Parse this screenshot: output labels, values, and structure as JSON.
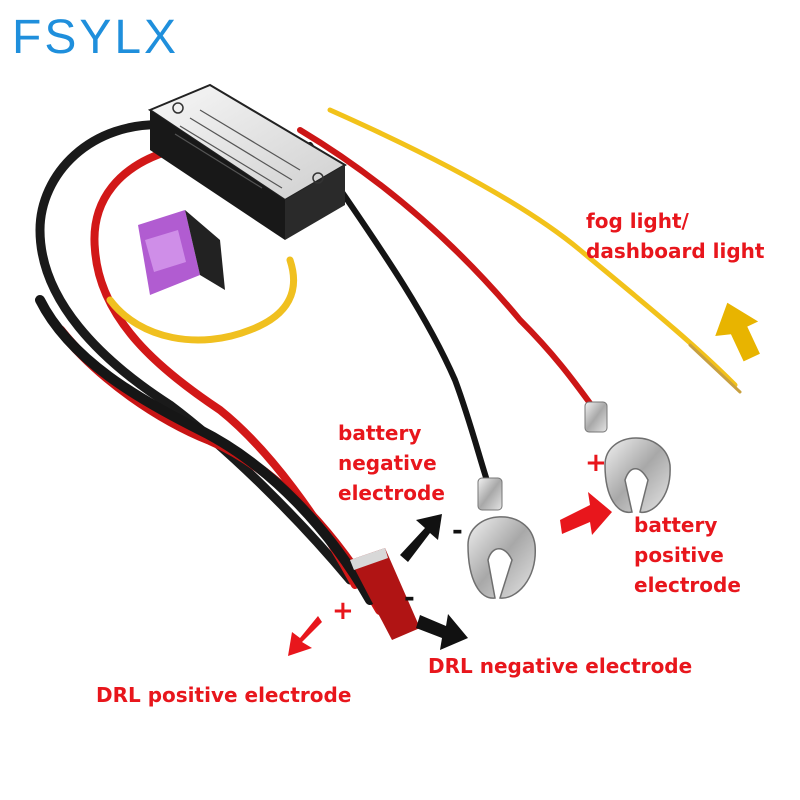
{
  "brand": "FSYLX",
  "labels": {
    "fog_light_line1": "fog light/",
    "fog_light_line2": "dashboard light",
    "battery_negative_line1": "battery",
    "battery_negative_line2": "negative",
    "battery_negative_line3": "electrode",
    "battery_positive_line1": "battery",
    "battery_positive_line2": "positive",
    "battery_positive_line3": "electrode",
    "drl_negative": "DRL negative electrode",
    "drl_positive": "DRL positive electrode"
  },
  "signs": {
    "plus": "+",
    "minus": "-"
  },
  "colors": {
    "brand": "#1f8fdc",
    "label": "#e8161c",
    "arrow_red": "#e8161c",
    "arrow_black": "#111111",
    "arrow_yellow": "#e8b400"
  }
}
